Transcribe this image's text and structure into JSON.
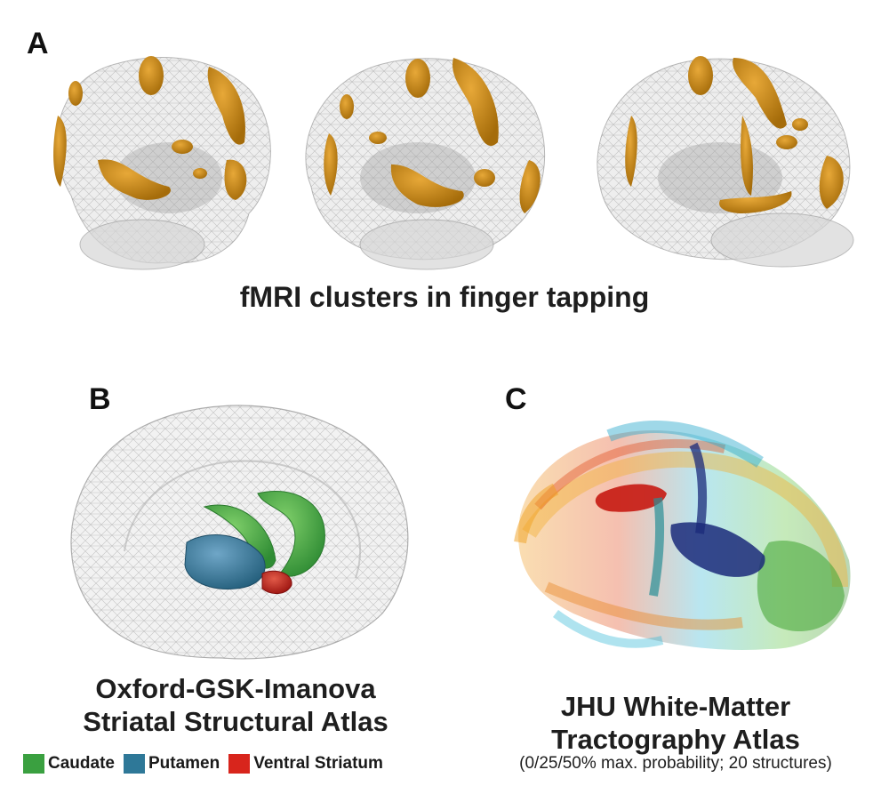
{
  "panels": {
    "a": {
      "letter": "A",
      "caption": "fMRI clusters in finger tapping"
    },
    "b": {
      "letter": "B",
      "caption_line1": "Oxford-GSK-Imanova",
      "caption_line2": "Striatal Structural Atlas",
      "legend": [
        {
          "label": "Caudate",
          "color": "#3aa040"
        },
        {
          "label": "Putamen",
          "color": "#2e7898"
        },
        {
          "label": "Ventral Striatum",
          "color": "#d8251c"
        }
      ]
    },
    "c": {
      "letter": "C",
      "caption_line1": "JHU White-Matter",
      "caption_line2": "Tractography Atlas",
      "subcaption": "(0/25/50% max. probability; 20 structures)"
    }
  },
  "colors": {
    "cluster": "#c98a14",
    "mesh": "#9a9a9a",
    "caudate": "#3aa040",
    "putamen": "#2e7898",
    "ventral_striatum": "#d8251c"
  }
}
